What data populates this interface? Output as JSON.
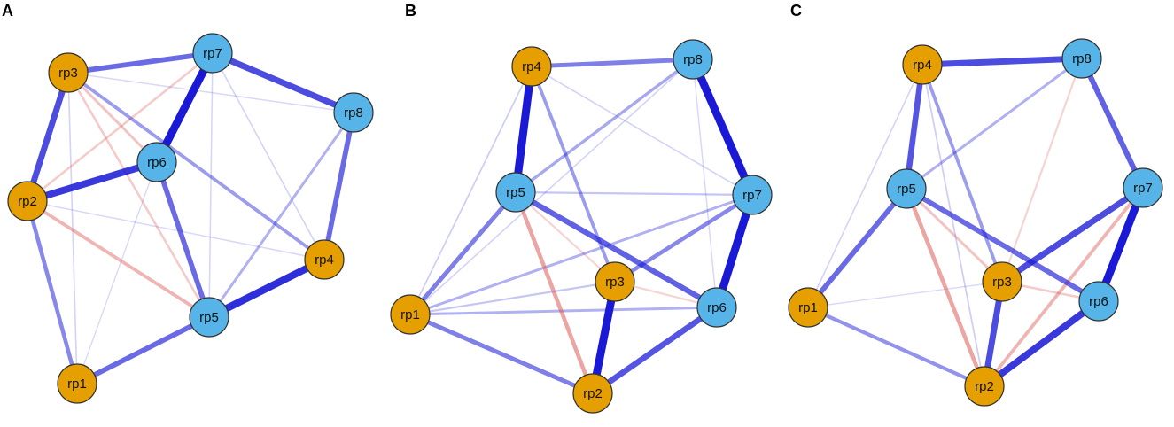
{
  "colors": {
    "group_orange": "#E69F00",
    "group_blue": "#56B4E9",
    "node_outline": "#333333",
    "positive_edge": "#1a1ad6",
    "negative_edge": "#d9534f"
  },
  "panels": [
    {
      "letter": "A",
      "nodes": [
        {
          "id": "rp3",
          "label": "rp3",
          "group": "orange"
        },
        {
          "id": "rp7",
          "label": "rp7",
          "group": "blue"
        },
        {
          "id": "rp8",
          "label": "rp8",
          "group": "blue"
        },
        {
          "id": "rp6",
          "label": "rp6",
          "group": "blue"
        },
        {
          "id": "rp2",
          "label": "rp2",
          "group": "orange"
        },
        {
          "id": "rp4",
          "label": "rp4",
          "group": "orange"
        },
        {
          "id": "rp5",
          "label": "rp5",
          "group": "blue"
        },
        {
          "id": "rp1",
          "label": "rp1",
          "group": "orange"
        }
      ],
      "edges": [
        {
          "from": "rp6",
          "to": "rp7",
          "sign": "positive",
          "weight": 1.0
        },
        {
          "from": "rp5",
          "to": "rp4",
          "sign": "positive",
          "weight": 0.9
        },
        {
          "from": "rp2",
          "to": "rp6",
          "sign": "positive",
          "weight": 0.85
        },
        {
          "from": "rp7",
          "to": "rp8",
          "sign": "positive",
          "weight": 0.75
        },
        {
          "from": "rp3",
          "to": "rp2",
          "sign": "positive",
          "weight": 0.75
        },
        {
          "from": "rp3",
          "to": "rp7",
          "sign": "positive",
          "weight": 0.6
        },
        {
          "from": "rp8",
          "to": "rp4",
          "sign": "positive",
          "weight": 0.6
        },
        {
          "from": "rp6",
          "to": "rp5",
          "sign": "positive",
          "weight": 0.6
        },
        {
          "from": "rp1",
          "to": "rp5",
          "sign": "positive",
          "weight": 0.6
        },
        {
          "from": "rp2",
          "to": "rp1",
          "sign": "positive",
          "weight": 0.45
        },
        {
          "from": "rp3",
          "to": "rp4",
          "sign": "positive",
          "weight": 0.35
        },
        {
          "from": "rp8",
          "to": "rp5",
          "sign": "positive",
          "weight": 0.25
        },
        {
          "from": "rp2",
          "to": "rp5",
          "sign": "negative",
          "weight": 0.35
        },
        {
          "from": "rp3",
          "to": "rp6",
          "sign": "negative",
          "weight": 0.25
        },
        {
          "from": "rp3",
          "to": "rp5",
          "sign": "negative",
          "weight": 0.2
        },
        {
          "from": "rp2",
          "to": "rp7",
          "sign": "negative",
          "weight": 0.2
        },
        {
          "from": "rp3",
          "to": "rp1",
          "sign": "positive",
          "weight": 0.08
        },
        {
          "from": "rp7",
          "to": "rp4",
          "sign": "positive",
          "weight": 0.08
        },
        {
          "from": "rp3",
          "to": "rp8",
          "sign": "positive",
          "weight": 0.06
        },
        {
          "from": "rp2",
          "to": "rp4",
          "sign": "positive",
          "weight": 0.06
        },
        {
          "from": "rp1",
          "to": "rp6",
          "sign": "positive",
          "weight": 0.05
        },
        {
          "from": "rp7",
          "to": "rp5",
          "sign": "positive",
          "weight": 0.07
        }
      ]
    },
    {
      "letter": "B",
      "nodes": [
        {
          "id": "rp4",
          "label": "rp4",
          "group": "orange"
        },
        {
          "id": "rp8",
          "label": "rp8",
          "group": "blue"
        },
        {
          "id": "rp5",
          "label": "rp5",
          "group": "blue"
        },
        {
          "id": "rp7",
          "label": "rp7",
          "group": "blue"
        },
        {
          "id": "rp3",
          "label": "rp3",
          "group": "orange"
        },
        {
          "id": "rp1",
          "label": "rp1",
          "group": "orange"
        },
        {
          "id": "rp6",
          "label": "rp6",
          "group": "blue"
        },
        {
          "id": "rp2",
          "label": "rp2",
          "group": "orange"
        }
      ],
      "edges": [
        {
          "from": "rp4",
          "to": "rp5",
          "sign": "positive",
          "weight": 1.0
        },
        {
          "from": "rp8",
          "to": "rp7",
          "sign": "positive",
          "weight": 1.0
        },
        {
          "from": "rp7",
          "to": "rp6",
          "sign": "positive",
          "weight": 1.0
        },
        {
          "from": "rp3",
          "to": "rp2",
          "sign": "positive",
          "weight": 1.0
        },
        {
          "from": "rp5",
          "to": "rp6",
          "sign": "positive",
          "weight": 0.65
        },
        {
          "from": "rp6",
          "to": "rp2",
          "sign": "positive",
          "weight": 0.7
        },
        {
          "from": "rp4",
          "to": "rp8",
          "sign": "positive",
          "weight": 0.5
        },
        {
          "from": "rp5",
          "to": "rp1",
          "sign": "positive",
          "weight": 0.5
        },
        {
          "from": "rp1",
          "to": "rp2",
          "sign": "positive",
          "weight": 0.5
        },
        {
          "from": "rp3",
          "to": "rp7",
          "sign": "positive",
          "weight": 0.45
        },
        {
          "from": "rp4",
          "to": "rp3",
          "sign": "positive",
          "weight": 0.35
        },
        {
          "from": "rp5",
          "to": "rp8",
          "sign": "positive",
          "weight": 0.3
        },
        {
          "from": "rp1",
          "to": "rp7",
          "sign": "positive",
          "weight": 0.25
        },
        {
          "from": "rp1",
          "to": "rp6",
          "sign": "positive",
          "weight": 0.25
        },
        {
          "from": "rp5",
          "to": "rp7",
          "sign": "positive",
          "weight": 0.15
        },
        {
          "from": "rp1",
          "to": "rp3",
          "sign": "positive",
          "weight": 0.15
        },
        {
          "from": "rp5",
          "to": "rp2",
          "sign": "negative",
          "weight": 0.45
        },
        {
          "from": "rp5",
          "to": "rp3",
          "sign": "negative",
          "weight": 0.15
        },
        {
          "from": "rp3",
          "to": "rp6",
          "sign": "negative",
          "weight": 0.15
        },
        {
          "from": "rp4",
          "to": "rp7",
          "sign": "positive",
          "weight": 0.08
        },
        {
          "from": "rp4",
          "to": "rp1",
          "sign": "positive",
          "weight": 0.1
        },
        {
          "from": "rp8",
          "to": "rp6",
          "sign": "positive",
          "weight": 0.06
        },
        {
          "from": "rp8",
          "to": "rp1",
          "sign": "positive",
          "weight": 0.08
        }
      ]
    },
    {
      "letter": "C",
      "nodes": [
        {
          "id": "rp4",
          "label": "rp4",
          "group": "orange"
        },
        {
          "id": "rp8",
          "label": "rp8",
          "group": "blue"
        },
        {
          "id": "rp5",
          "label": "rp5",
          "group": "blue"
        },
        {
          "id": "rp7",
          "label": "rp7",
          "group": "blue"
        },
        {
          "id": "rp3",
          "label": "rp3",
          "group": "orange"
        },
        {
          "id": "rp1",
          "label": "rp1",
          "group": "orange"
        },
        {
          "id": "rp6",
          "label": "rp6",
          "group": "blue"
        },
        {
          "id": "rp2",
          "label": "rp2",
          "group": "orange"
        }
      ],
      "edges": [
        {
          "from": "rp7",
          "to": "rp6",
          "sign": "positive",
          "weight": 1.0
        },
        {
          "from": "rp6",
          "to": "rp2",
          "sign": "positive",
          "weight": 0.85
        },
        {
          "from": "rp4",
          "to": "rp8",
          "sign": "positive",
          "weight": 0.75
        },
        {
          "from": "rp4",
          "to": "rp5",
          "sign": "positive",
          "weight": 0.7
        },
        {
          "from": "rp3",
          "to": "rp7",
          "sign": "positive",
          "weight": 0.75
        },
        {
          "from": "rp3",
          "to": "rp2",
          "sign": "positive",
          "weight": 0.75
        },
        {
          "from": "rp8",
          "to": "rp7",
          "sign": "positive",
          "weight": 0.65
        },
        {
          "from": "rp5",
          "to": "rp6",
          "sign": "positive",
          "weight": 0.6
        },
        {
          "from": "rp5",
          "to": "rp1",
          "sign": "positive",
          "weight": 0.6
        },
        {
          "from": "rp1",
          "to": "rp2",
          "sign": "positive",
          "weight": 0.4
        },
        {
          "from": "rp4",
          "to": "rp3",
          "sign": "positive",
          "weight": 0.35
        },
        {
          "from": "rp5",
          "to": "rp8",
          "sign": "positive",
          "weight": 0.25
        },
        {
          "from": "rp5",
          "to": "rp2",
          "sign": "negative",
          "weight": 0.45
        },
        {
          "from": "rp7",
          "to": "rp2",
          "sign": "negative",
          "weight": 0.35
        },
        {
          "from": "rp5",
          "to": "rp3",
          "sign": "negative",
          "weight": 0.25
        },
        {
          "from": "rp3",
          "to": "rp6",
          "sign": "negative",
          "weight": 0.2
        },
        {
          "from": "rp8",
          "to": "rp3",
          "sign": "negative",
          "weight": 0.15
        },
        {
          "from": "rp4",
          "to": "rp2",
          "sign": "positive",
          "weight": 0.1
        },
        {
          "from": "rp4",
          "to": "rp1",
          "sign": "positive",
          "weight": 0.08
        },
        {
          "from": "rp1",
          "to": "rp3",
          "sign": "positive",
          "weight": 0.05
        }
      ]
    }
  ]
}
